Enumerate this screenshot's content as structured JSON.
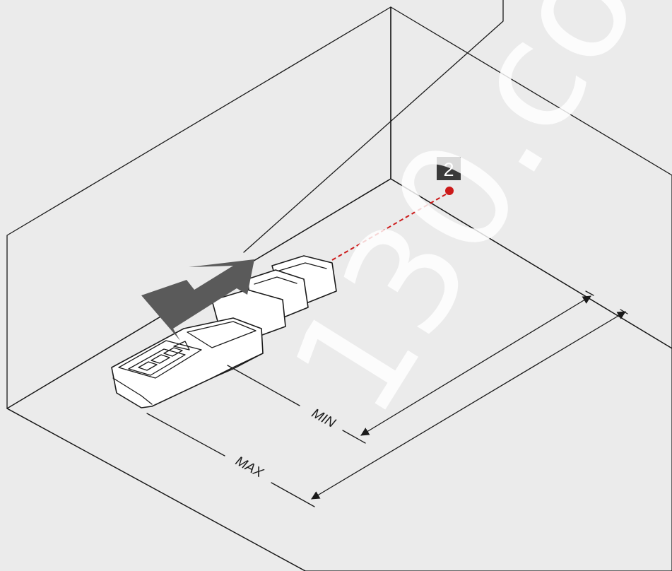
{
  "labels": {
    "min": "MIN",
    "max": "MAX",
    "marker": "2"
  },
  "watermark": "130.co",
  "colors": {
    "background": "#ebebeb",
    "room": "#ffffff",
    "line": "#1a1a1a",
    "laser": "#cc1a1a",
    "arrow": "#5a5a5a",
    "marker": "#3a3a3a"
  },
  "icons": {
    "move": "double-arrow-icon",
    "device": "laser-distance-meter-icon",
    "target": "laser-dot-icon"
  }
}
